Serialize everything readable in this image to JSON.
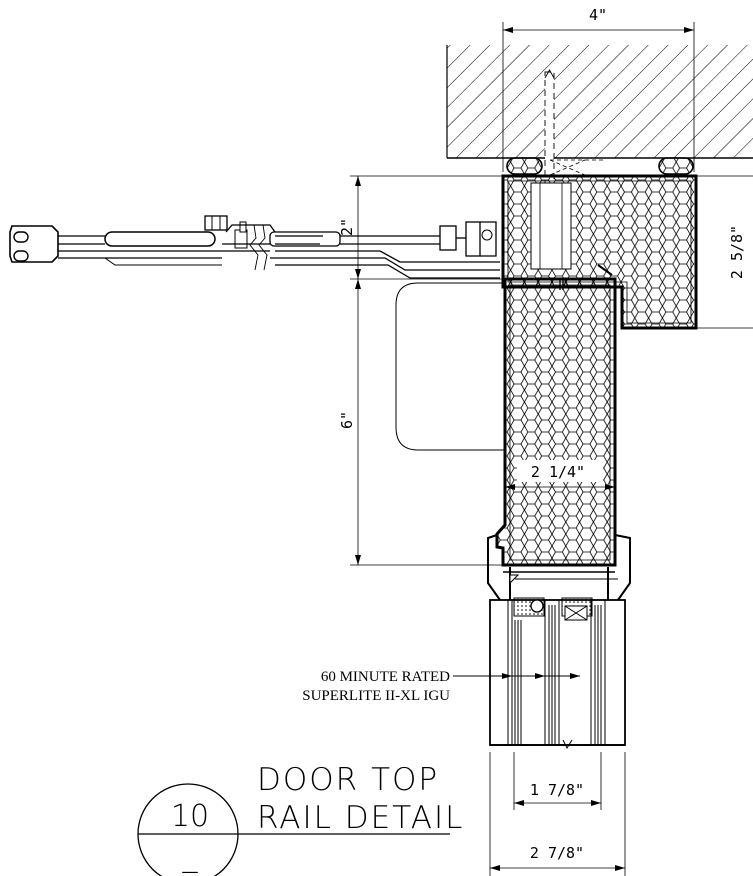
{
  "dimensions": {
    "head_width": "4\"",
    "frame_depth": "2 5/8\"",
    "gap": "2\"",
    "rail_height": "6\"",
    "door_thickness": "2 1/4\"",
    "glass_width": "1 7/8\"",
    "overall_width": "2 7/8\""
  },
  "callout": {
    "line1": "60 MINUTE RATED",
    "line2": "SUPERLITE II-XL IGU"
  },
  "title": {
    "line1": "DOOR TOP",
    "line2": "RAIL DETAIL"
  },
  "detail_bubble": {
    "number": "10",
    "sheet": "_"
  }
}
